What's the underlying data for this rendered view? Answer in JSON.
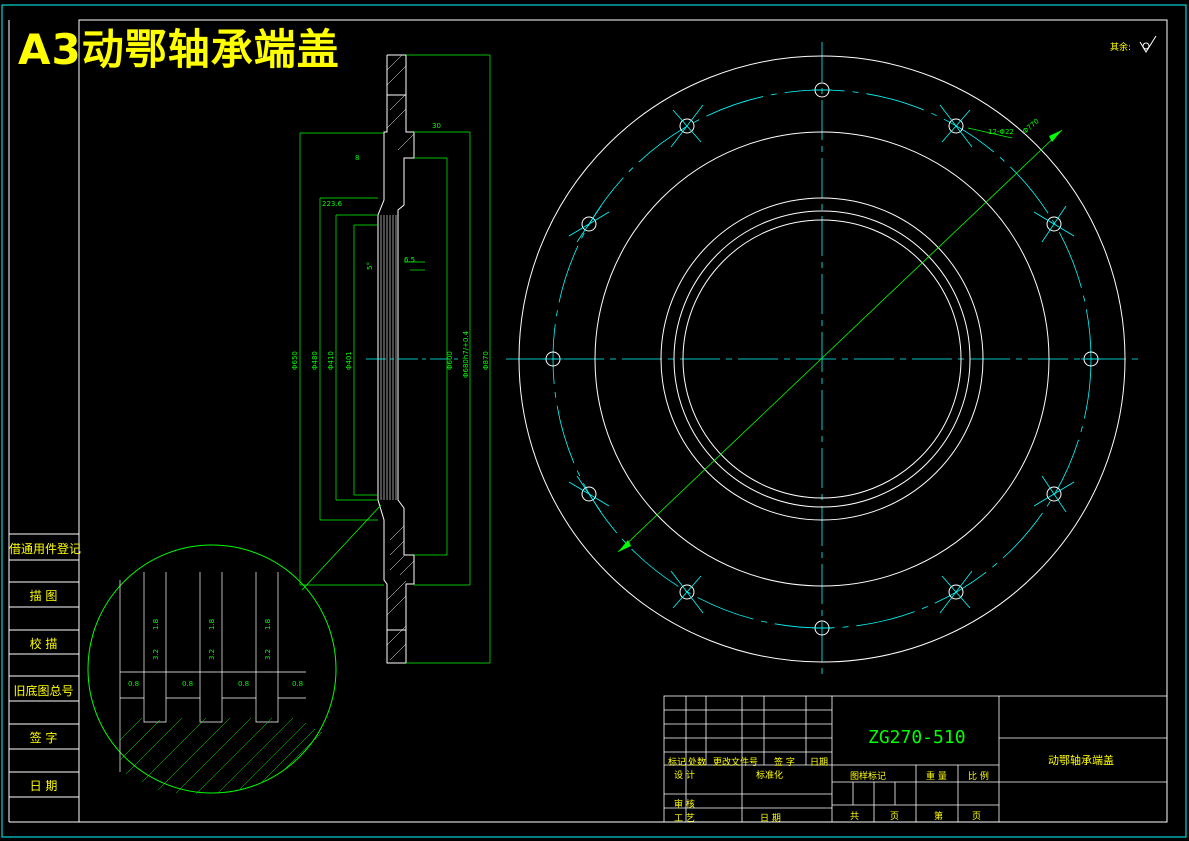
{
  "title_banner": "A3动鄂轴承端盖",
  "rough_note": "其余:",
  "sidebar": {
    "items": [
      "借通用件登记",
      "描 图",
      "校 描",
      "旧底图总号",
      "签 字",
      "日 期"
    ]
  },
  "title_block": {
    "drawing_number": "ZG270-510",
    "part_name": "动鄂轴承端盖",
    "headers": {
      "mark": "标记",
      "count": "处数",
      "change_doc": "更改文件号",
      "signature": "签 字",
      "date": "日期",
      "designed": "设 计",
      "standardized": "标准化",
      "review": "审 核",
      "process": "工 艺",
      "date2": "日 期",
      "stage_mark": "图样标记",
      "weight": "重 量",
      "scale": "比 例",
      "total_sheets": "共",
      "sheet": "页",
      "number": "第",
      "page": "页"
    }
  },
  "colors": {
    "border": "#00ffff",
    "outline": "#ffffff",
    "dimension": "#00ff00",
    "text": "#ffff00",
    "centerline": "#00ffff"
  }
}
